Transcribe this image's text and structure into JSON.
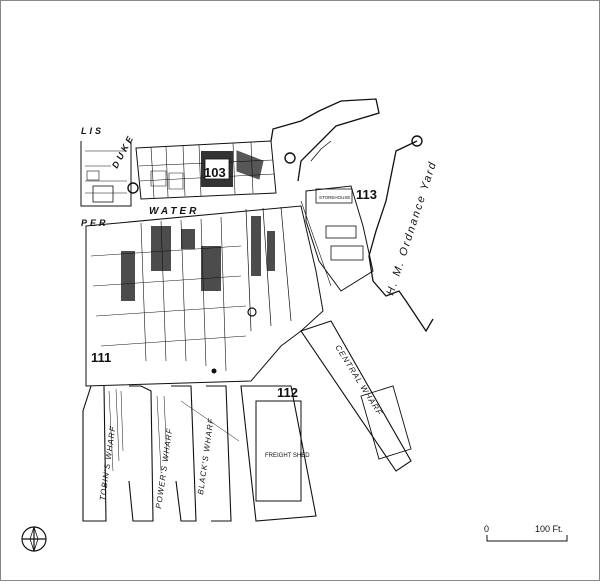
{
  "map": {
    "streets": {
      "duke": "DUKE",
      "water": "WATER",
      "upper": "PER",
      "top_left": "LIS"
    },
    "yard_label": "H. M. Ordnance Yard",
    "area_numbers": {
      "a103": "103",
      "a113": "113",
      "a111": "111",
      "a112": "112"
    },
    "wharves": {
      "tobins": "TOBIN'S WHARF",
      "powers": "POWER'S WHARF",
      "blacks": "BLACK'S WHARF",
      "central": "CENTRAL WHARF"
    },
    "buildings": {
      "freight_shed": "FREIGHT SHED",
      "storehouse": "STOREHOUSE"
    },
    "scale": {
      "zero": "0",
      "end": "100 Ft."
    },
    "colors": {
      "ink": "#111111",
      "paper": "#ffffff"
    }
  }
}
